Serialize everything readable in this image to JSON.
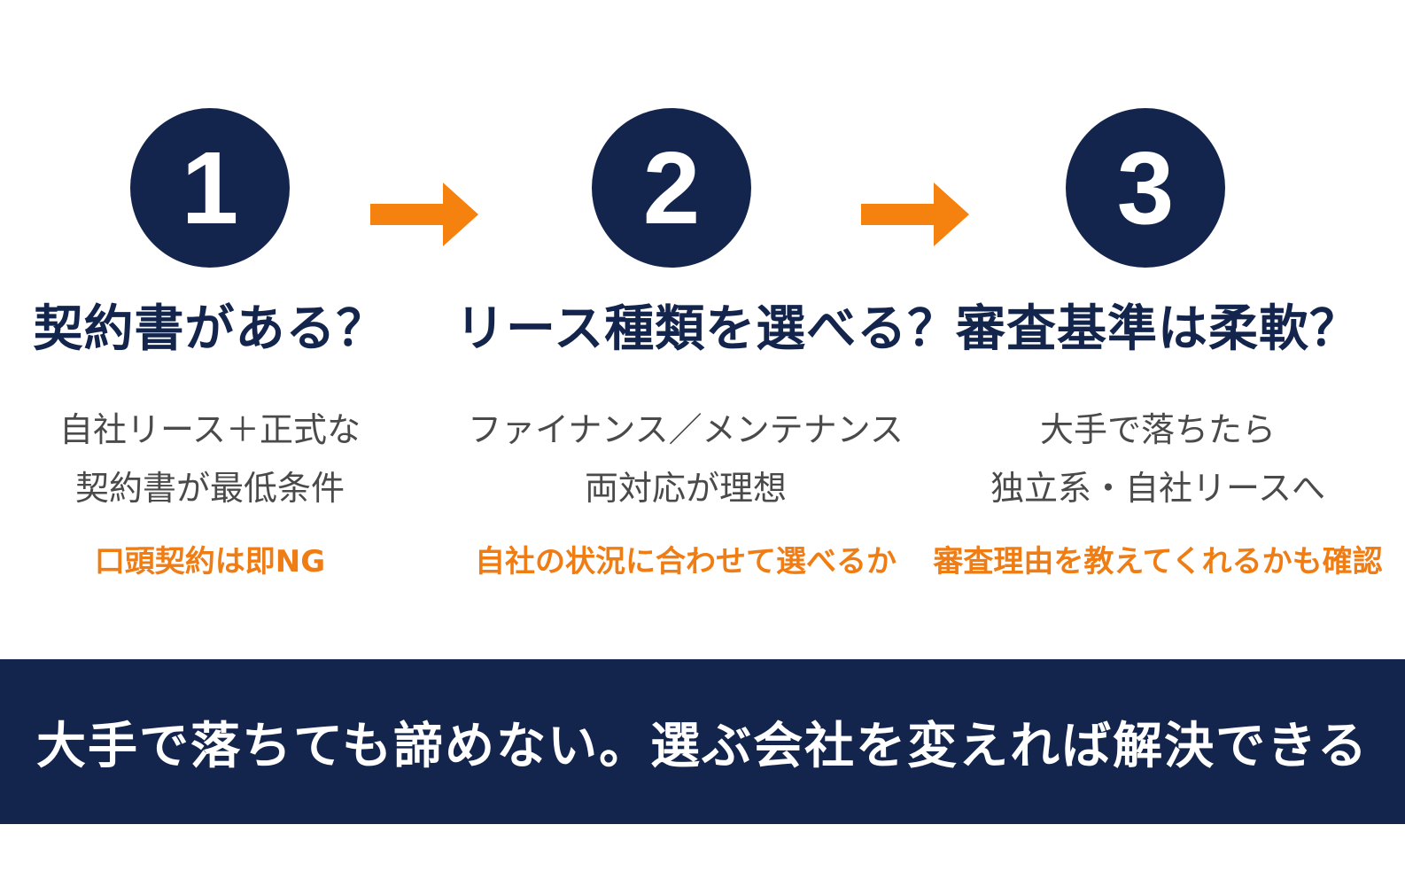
{
  "steps": [
    {
      "number": "1",
      "title": "契約書がある？",
      "desc_line1": "自社リース＋正式な",
      "desc_line2": "契約書が最低条件",
      "note": "口頭契約は即NG"
    },
    {
      "number": "2",
      "title": "リース種類を選べる？",
      "desc_line1": "ファイナンス／メンテナンス",
      "desc_line2": "両対応が理想",
      "note": "自社の状況に合わせて選べるか"
    },
    {
      "number": "3",
      "title": "審査基準は柔軟？",
      "desc_line1": "大手で落ちたら",
      "desc_line2": "独立系・自社リースへ",
      "note": "審査理由を教えてくれるかも確認"
    }
  ],
  "arrows": [
    {
      "icon": "right-arrow-icon",
      "color": "#f5820f"
    },
    {
      "icon": "right-arrow-icon",
      "color": "#f5820f"
    }
  ],
  "banner": {
    "text": "大手で落ちても諦めない。選ぶ会社を変えれば解決できる"
  },
  "colors": {
    "navy": "#13254c",
    "orange": "#f07d14",
    "gray_text": "#4a4a4a",
    "background": "#ffffff"
  }
}
